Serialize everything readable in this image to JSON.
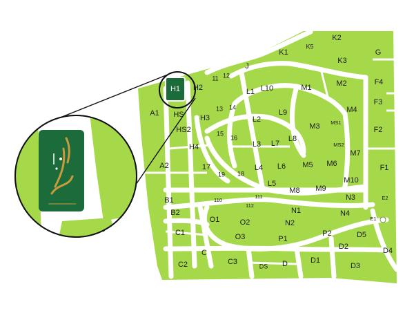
{
  "colors": {
    "parcel": "#a6d94a",
    "road": "#ffffff",
    "highlight": "#1c6b3a",
    "outline": "#111111",
    "logo": "#c89b3c"
  },
  "highlight": {
    "label": "H1",
    "marker": "circle"
  },
  "zoom_inset": {
    "logo_caption": "logo"
  },
  "plots": [
    {
      "id": "K1"
    },
    {
      "id": "K5"
    },
    {
      "id": "K2"
    },
    {
      "id": "K3"
    },
    {
      "id": "G"
    },
    {
      "id": "J"
    },
    {
      "id": "11"
    },
    {
      "id": "12"
    },
    {
      "id": "H1"
    },
    {
      "id": "H2"
    },
    {
      "id": "L1"
    },
    {
      "id": "L10"
    },
    {
      "id": "M1"
    },
    {
      "id": "M2"
    },
    {
      "id": "F4"
    },
    {
      "id": "F3"
    },
    {
      "id": "A1"
    },
    {
      "id": "HS"
    },
    {
      "id": "H3"
    },
    {
      "id": "13"
    },
    {
      "id": "14"
    },
    {
      "id": "L2"
    },
    {
      "id": "L9"
    },
    {
      "id": "M4"
    },
    {
      "id": "MS1"
    },
    {
      "id": "M3"
    },
    {
      "id": "F2"
    },
    {
      "id": "HS2"
    },
    {
      "id": "15"
    },
    {
      "id": "16"
    },
    {
      "id": "L3"
    },
    {
      "id": "L7"
    },
    {
      "id": "L8"
    },
    {
      "id": "MS2"
    },
    {
      "id": "H4"
    },
    {
      "id": "M7"
    },
    {
      "id": "A2"
    },
    {
      "id": "17"
    },
    {
      "id": "19"
    },
    {
      "id": "18"
    },
    {
      "id": "L4"
    },
    {
      "id": "L6"
    },
    {
      "id": "M5"
    },
    {
      "id": "M6"
    },
    {
      "id": "F1"
    },
    {
      "id": "L5"
    },
    {
      "id": "M10"
    },
    {
      "id": "M8"
    },
    {
      "id": "M9"
    },
    {
      "id": "B1"
    },
    {
      "id": "110"
    },
    {
      "id": "111"
    },
    {
      "id": "112"
    },
    {
      "id": "N3"
    },
    {
      "id": "E2"
    },
    {
      "id": "B2"
    },
    {
      "id": "N1"
    },
    {
      "id": "N4"
    },
    {
      "id": "O1"
    },
    {
      "id": "O2"
    },
    {
      "id": "E1"
    },
    {
      "id": "N2"
    },
    {
      "id": "C1"
    },
    {
      "id": "O3"
    },
    {
      "id": "P1"
    },
    {
      "id": "P2"
    },
    {
      "id": "D5"
    },
    {
      "id": "D2"
    },
    {
      "id": "D4"
    },
    {
      "id": "C"
    },
    {
      "id": "C2"
    },
    {
      "id": "C3"
    },
    {
      "id": "DS"
    },
    {
      "id": "D"
    },
    {
      "id": "D1"
    },
    {
      "id": "D3"
    }
  ]
}
